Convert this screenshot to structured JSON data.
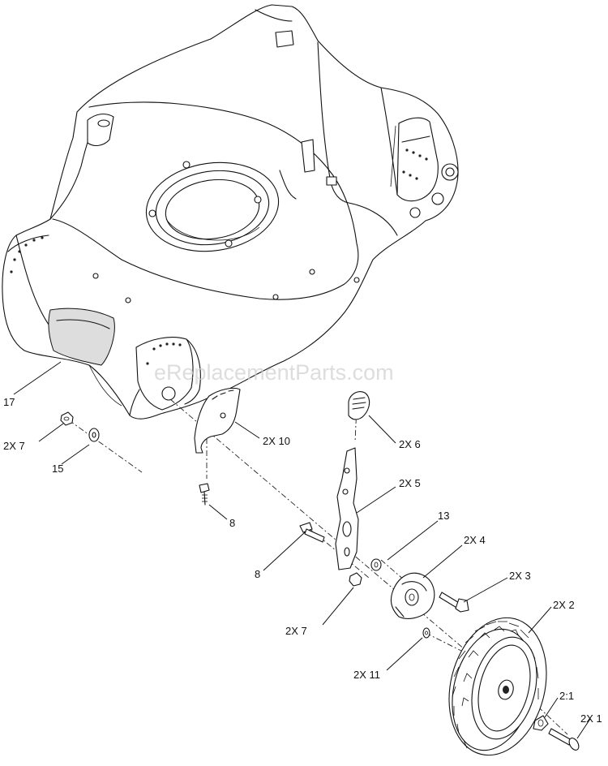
{
  "watermark": "eReplacementParts.com",
  "callouts": [
    {
      "id": "17",
      "label": "17"
    },
    {
      "id": "2x7-left",
      "label": "2X 7"
    },
    {
      "id": "15",
      "label": "15"
    },
    {
      "id": "2x10",
      "label": "2X 10"
    },
    {
      "id": "8-upper",
      "label": "8"
    },
    {
      "id": "2x6",
      "label": "2X 6"
    },
    {
      "id": "2x5",
      "label": "2X 5"
    },
    {
      "id": "13",
      "label": "13"
    },
    {
      "id": "8-lower",
      "label": "8"
    },
    {
      "id": "2x4",
      "label": "2X 4"
    },
    {
      "id": "2x3",
      "label": "2X 3"
    },
    {
      "id": "2x2",
      "label": "2X 2"
    },
    {
      "id": "2x7-right",
      "label": "2X 7"
    },
    {
      "id": "2x11",
      "label": "2X 11"
    },
    {
      "id": "2-1",
      "label": "2:1"
    },
    {
      "id": "2x1",
      "label": "2X 1"
    }
  ]
}
